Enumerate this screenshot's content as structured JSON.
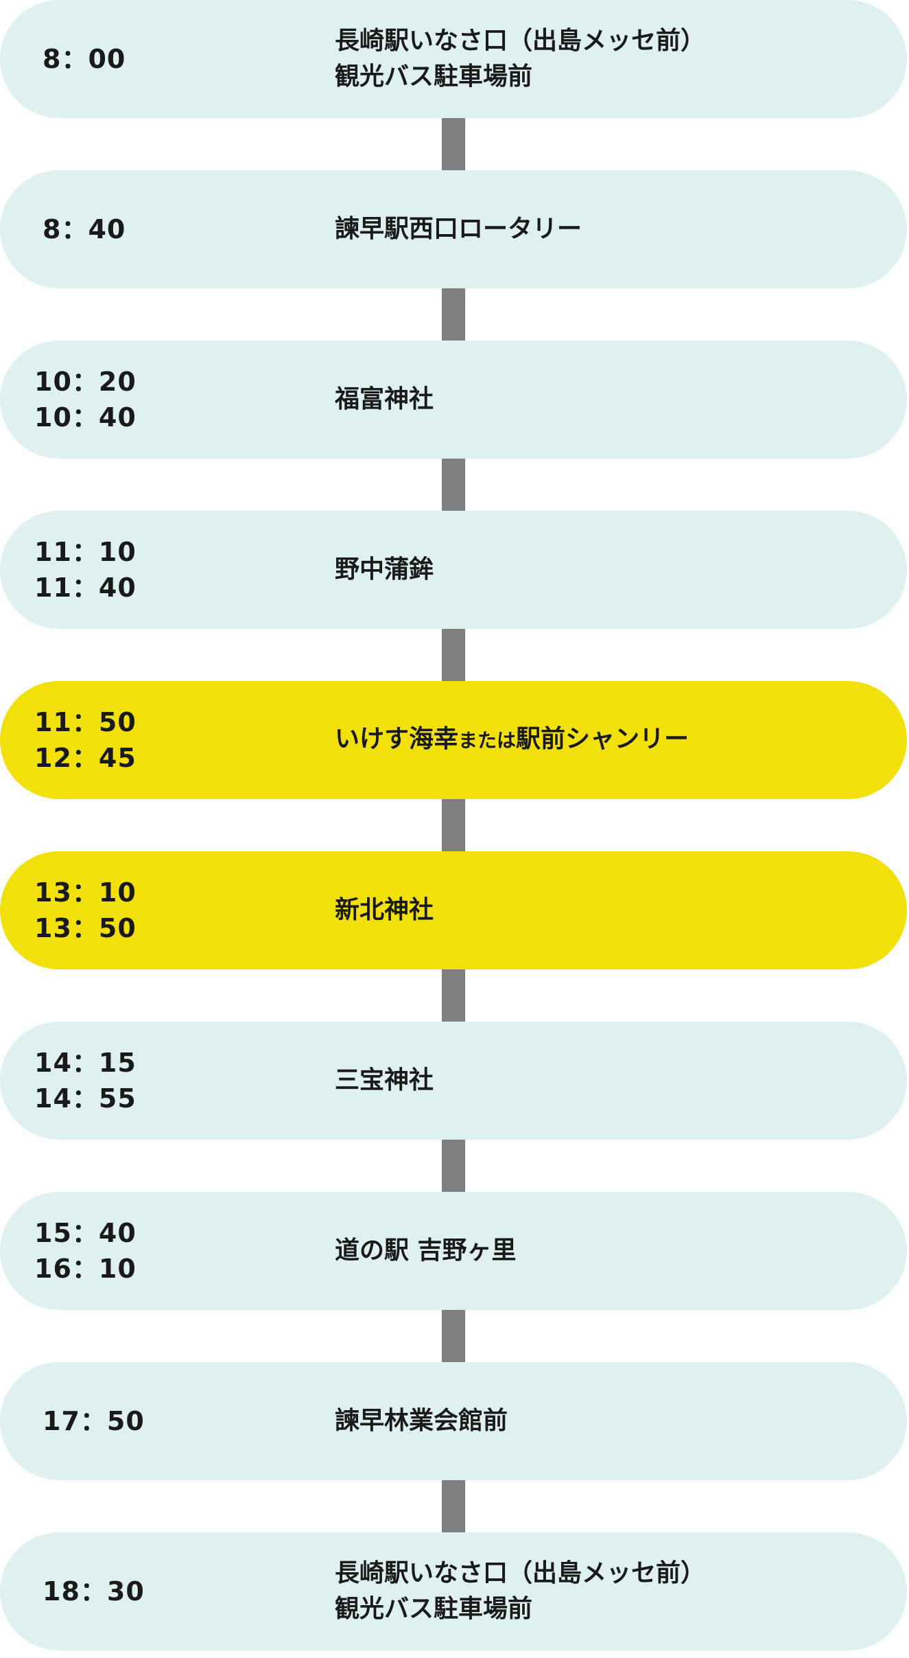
{
  "colors": {
    "default_fill": "#dff0f0",
    "highlight_fill": "#f2e00a",
    "connector": "#7f7f7f",
    "text": "#1a1a1a"
  },
  "stops": [
    {
      "times": [
        "8：00"
      ],
      "place": [
        "長崎駅いなさ口（出島メッセ前）",
        "観光バス駐車場前"
      ],
      "highlight": false
    },
    {
      "times": [
        "8：40"
      ],
      "place": [
        "諫早駅西口ロータリー"
      ],
      "highlight": false
    },
    {
      "times": [
        "10：20",
        "10：40"
      ],
      "place": [
        "福富神社"
      ],
      "highlight": false
    },
    {
      "times": [
        "11：10",
        "11：40"
      ],
      "place": [
        "野中蒲鉾"
      ],
      "highlight": false
    },
    {
      "times": [
        "11：50",
        "12：45"
      ],
      "place_parts": [
        "いけす海幸",
        "または",
        "駅前シャンリー"
      ],
      "highlight": true
    },
    {
      "times": [
        "13：10",
        "13：50"
      ],
      "place": [
        "新北神社"
      ],
      "highlight": true
    },
    {
      "times": [
        "14：15",
        "14：55"
      ],
      "place": [
        "三宝神社"
      ],
      "highlight": false
    },
    {
      "times": [
        "15：40",
        "16：10"
      ],
      "place": [
        "道の駅 吉野ヶ里"
      ],
      "highlight": false
    },
    {
      "times": [
        "17：50"
      ],
      "place": [
        "諫早林業会館前"
      ],
      "highlight": false
    },
    {
      "times": [
        "18：30"
      ],
      "place": [
        "長崎駅いなさ口（出島メッセ前）",
        "観光バス駐車場前"
      ],
      "highlight": false
    }
  ]
}
